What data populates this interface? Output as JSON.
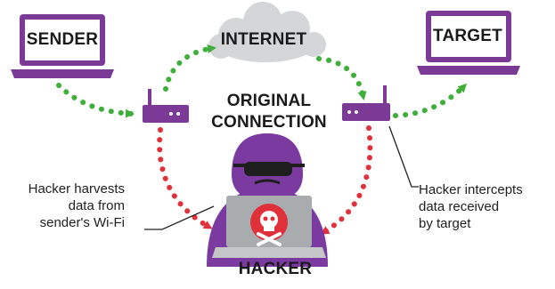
{
  "nodes": {
    "sender": "SENDER",
    "target": "TARGET",
    "internet": "INTERNET",
    "original_connection": [
      "ORIGINAL",
      "CONNECTION"
    ],
    "hacker": "HACKER"
  },
  "annotations": {
    "left": [
      "Hacker harvests",
      "data from",
      "sender's Wi-Fi"
    ],
    "right": [
      "Hacker intercepts",
      "data received",
      "by target"
    ]
  },
  "colors": {
    "device_purple": "#7a3a96",
    "screen": "#ffffff",
    "green_flow": "#3fae3a",
    "red_flow": "#e0303a",
    "cloud": "#d4d6d8",
    "hacker_body": "#7b3aa0",
    "laptop_gray": "#a9acae",
    "skull_red": "#e0303a"
  },
  "icons": [
    "laptop-icon",
    "router-icon",
    "cloud-icon",
    "hacker-icon",
    "skull-crossbones-icon"
  ]
}
